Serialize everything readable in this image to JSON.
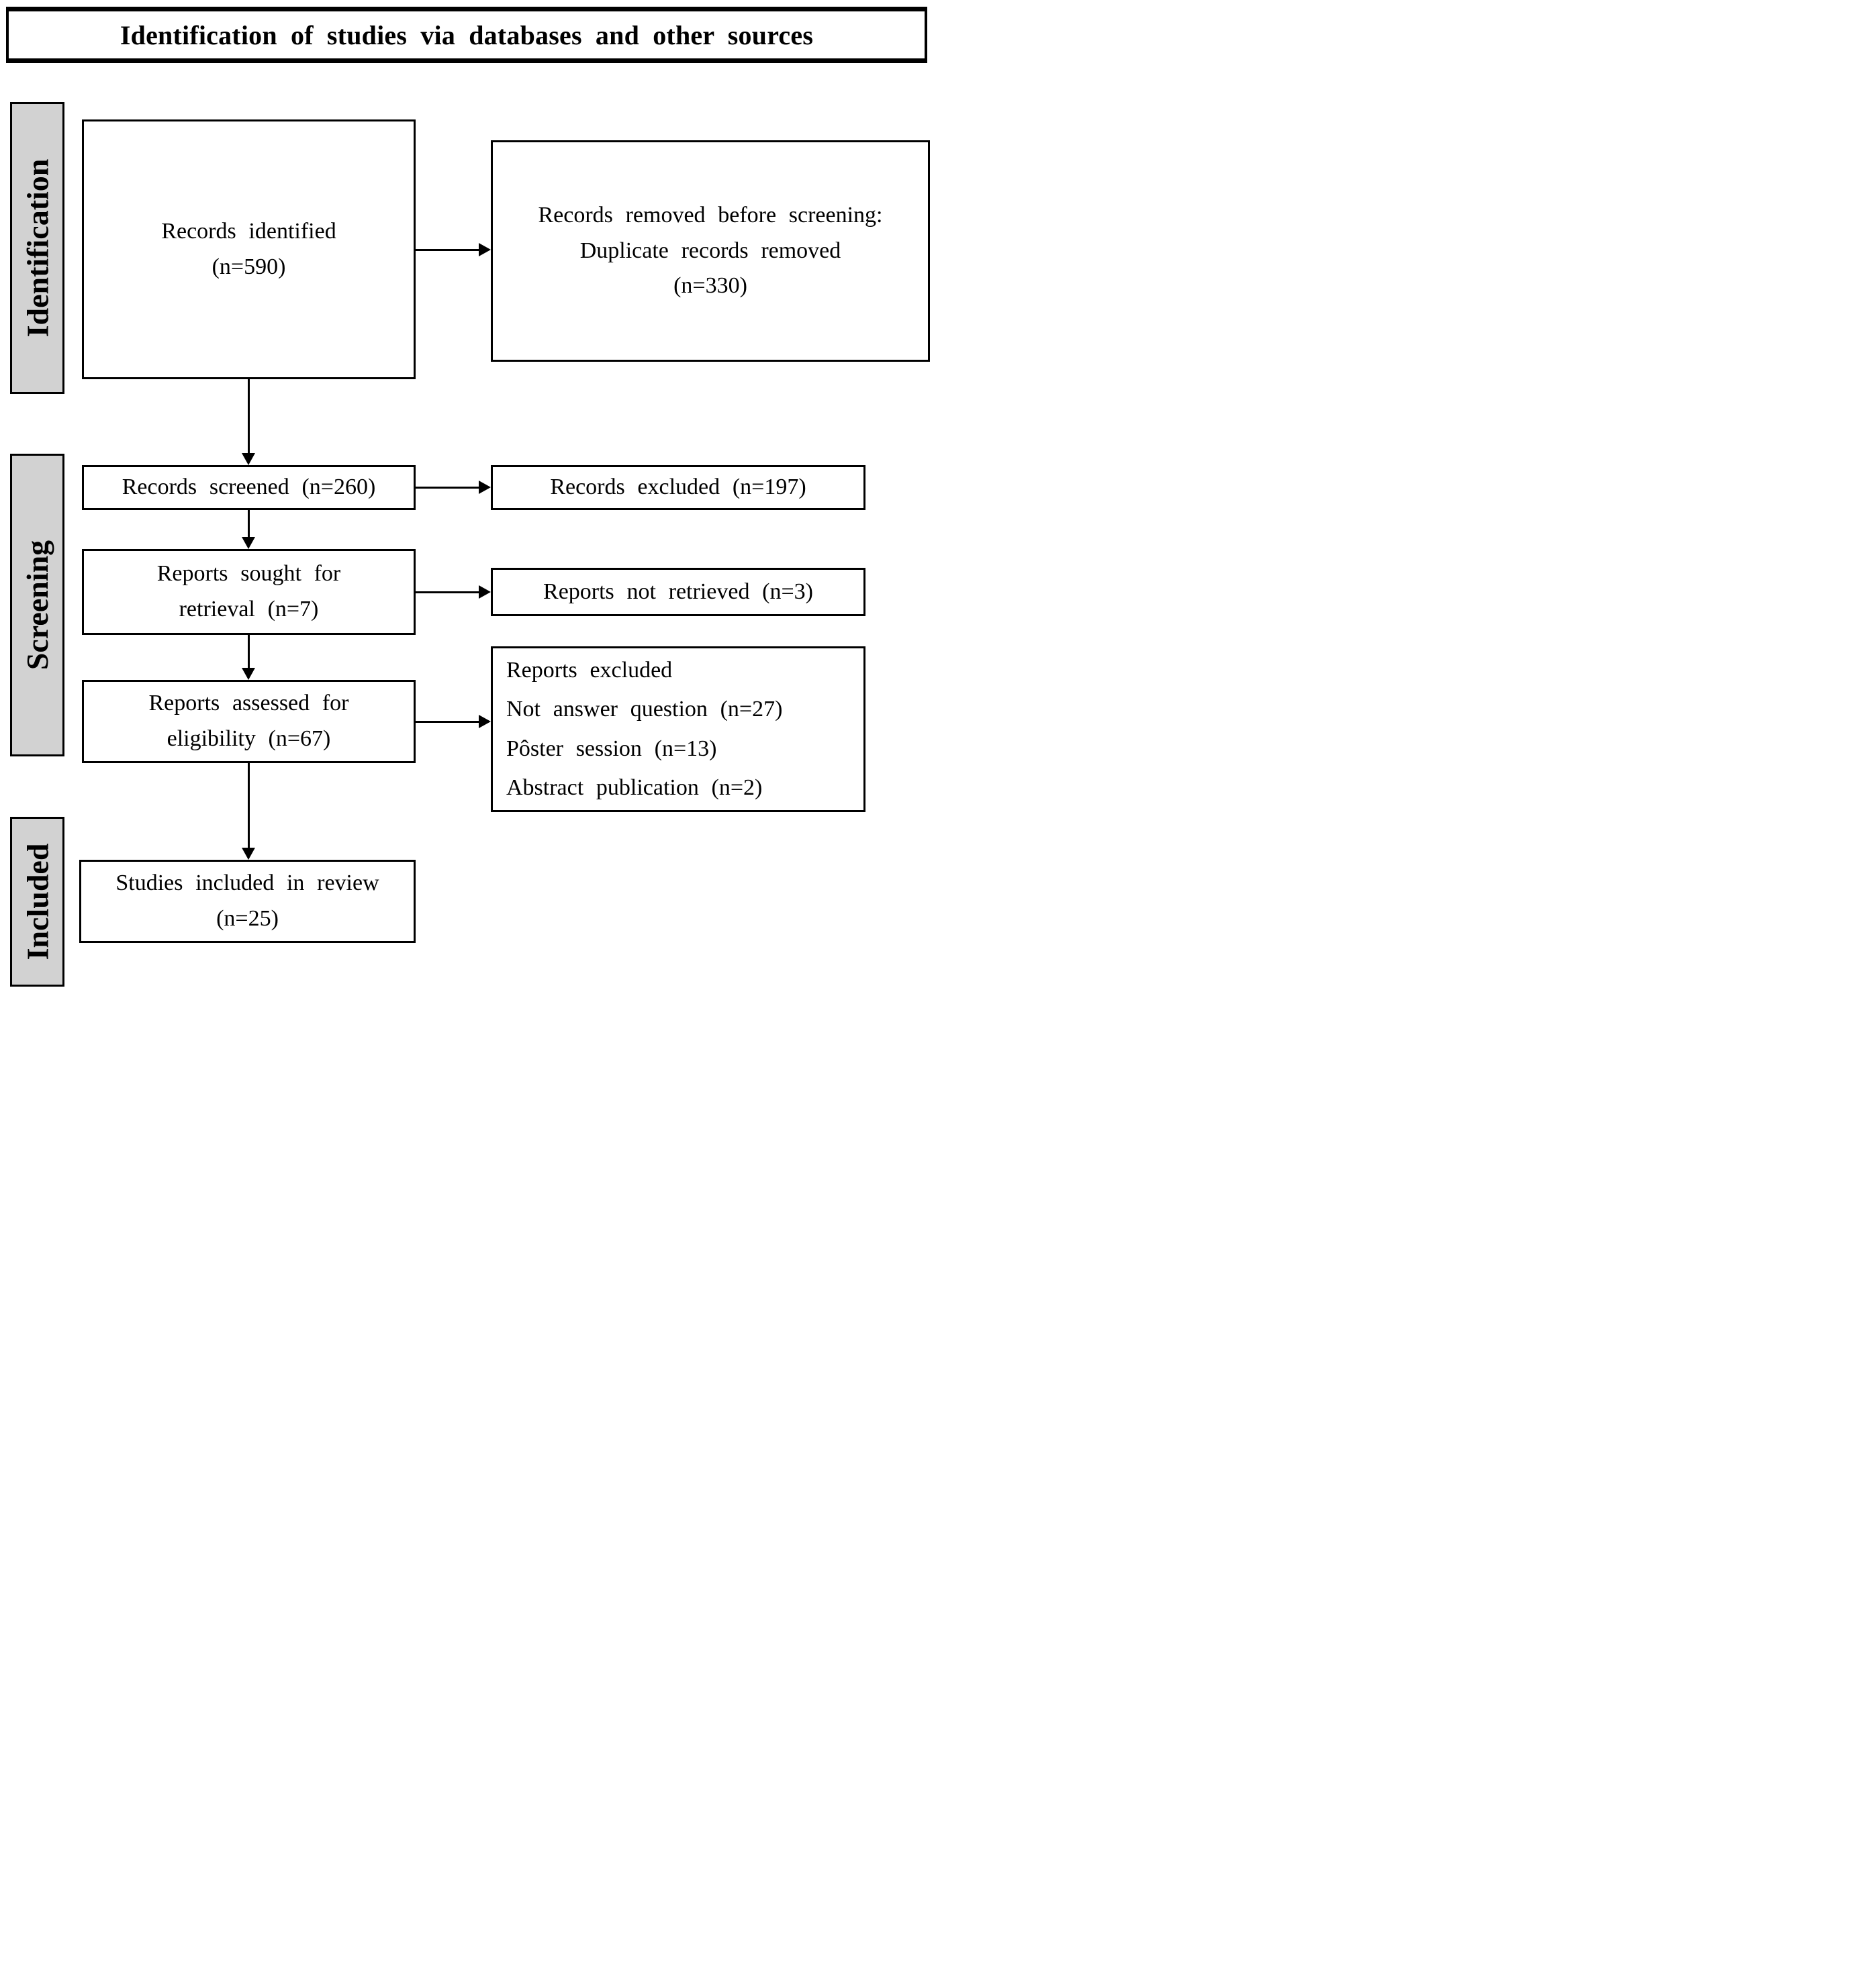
{
  "banner": {
    "title": "Identification of studies via databases and other sources"
  },
  "sidebar": {
    "identification": "Identification",
    "screening": "Screening",
    "included": "Included"
  },
  "boxes": {
    "records_identified": {
      "lines": [
        "Records identified",
        "(n=590)"
      ]
    },
    "records_removed": {
      "lines": [
        "Records removed before screening:",
        "Duplicate records removed",
        "(n=330)"
      ]
    },
    "records_screened": {
      "lines": [
        "Records screened (n=260)"
      ]
    },
    "records_excluded": {
      "lines": [
        "Records excluded (n=197)"
      ]
    },
    "reports_sought": {
      "lines": [
        "Reports sought for",
        "retrieval (n=7)"
      ]
    },
    "reports_not_retrieved": {
      "lines": [
        "Reports not retrieved (n=3)"
      ]
    },
    "reports_assessed": {
      "lines": [
        "Reports assessed for",
        "eligibility (n=67)"
      ]
    },
    "reports_excluded": {
      "lines": [
        "Reports excluded",
        "Not answer question (n=27)",
        "Pôster session (n=13)",
        "Abstract publication (n=2)"
      ]
    },
    "studies_included": {
      "lines": [
        "Studies included in review",
        "(n=25)"
      ]
    }
  },
  "colors": {
    "stage_bg": "#d2d2d2",
    "border": "#000000",
    "page_bg": "#ffffff"
  }
}
